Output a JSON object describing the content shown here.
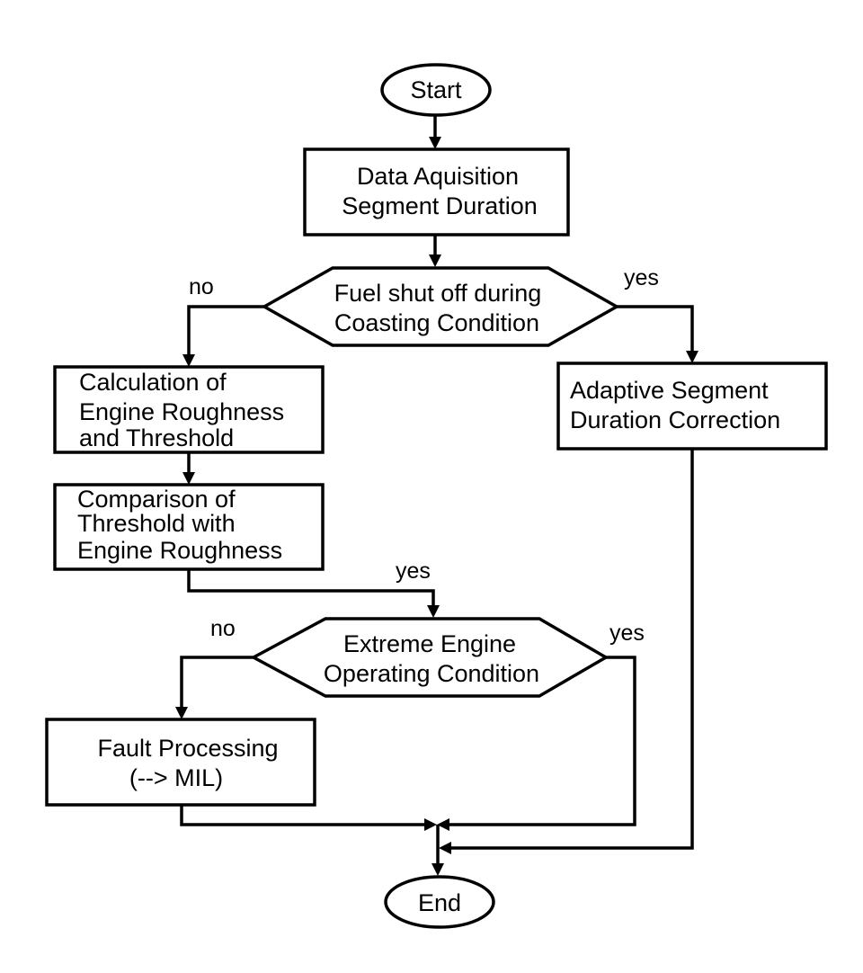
{
  "nodes": {
    "start": "Start",
    "data_acquisition": [
      "Data Aquisition",
      "Segment Duration"
    ],
    "fuel_shutoff": [
      "Fuel shut off during",
      "Coasting Condition"
    ],
    "calculation": [
      "Calculation of",
      "Engine Roughness",
      "and Threshold"
    ],
    "comparison": [
      "Comparison of",
      "Threshold with",
      "Engine Roughness"
    ],
    "adaptive": [
      "Adaptive Segment",
      "Duration Correction"
    ],
    "extreme": [
      "Extreme Engine",
      "Operating Condition"
    ],
    "fault": [
      "Fault Processing",
      "(--> MIL)"
    ],
    "end": "End"
  },
  "edge_labels": {
    "fuel_no": "no",
    "fuel_yes": "yes",
    "comparison_yes": "yes",
    "extreme_no": "no",
    "extreme_yes": "yes"
  }
}
